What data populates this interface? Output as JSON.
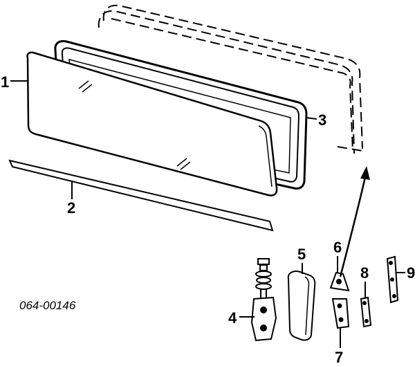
{
  "callouts": {
    "c1": "1",
    "c2": "2",
    "c3": "3",
    "c4": "4",
    "c5": "5",
    "c6": "6",
    "c7": "7",
    "c8": "8",
    "c9": "9"
  },
  "diagram_code": "064-00146"
}
